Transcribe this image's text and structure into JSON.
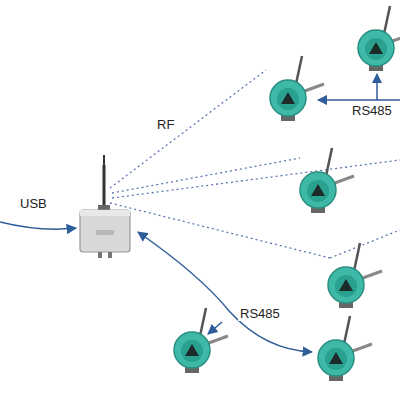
{
  "diagram": {
    "labels": [
      "USB",
      "RF",
      "RS485",
      "RS485"
    ]
  }
}
